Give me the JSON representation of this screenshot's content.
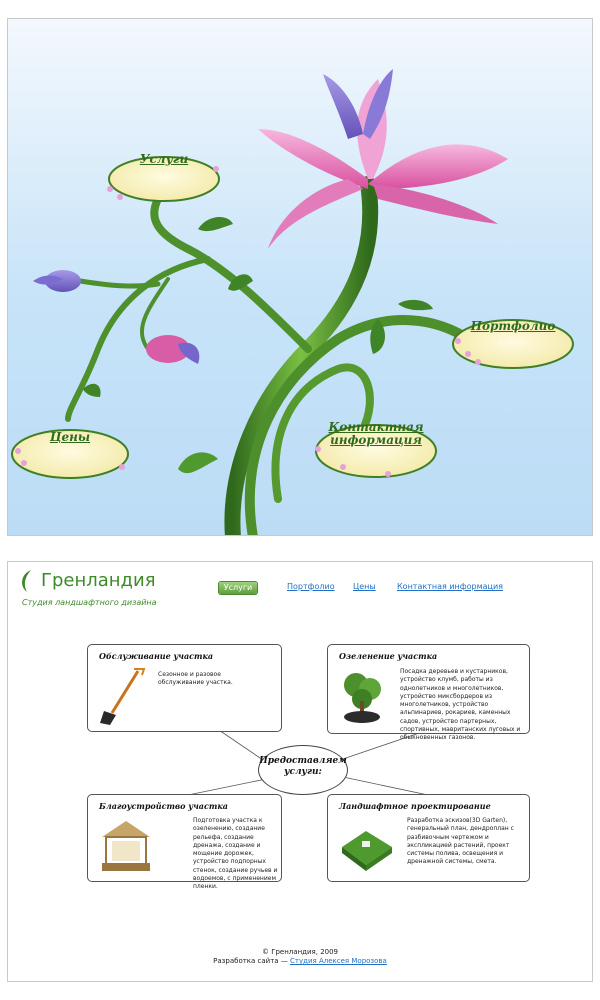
{
  "hero": {
    "menu": [
      {
        "label": "Услуги"
      },
      {
        "label": "Цены"
      },
      {
        "label": "Портфолио"
      },
      {
        "label": "Контактная информация"
      }
    ]
  },
  "site": {
    "logo_name": "Гренландия",
    "logo_tagline": "Студия ландшафтного дизайна"
  },
  "nav": {
    "items": [
      "Услуги",
      "Портфолио",
      "Цены",
      "Контактная информация"
    ],
    "active": "Услуги"
  },
  "services": {
    "center_label": "Предоставляем услуги:",
    "cards": [
      {
        "title": "Обслуживание участка",
        "text": "Сезонное и разовое обслуживание участка.",
        "icon": "shovel-icon"
      },
      {
        "title": "Озеленение участка",
        "text": "Посадка деревьев и кустарников, устройство клумб, работы из однолетников и многолетников, устройство миксбордеров из многолетников, устройство альпинариев, рокариев, каменных садов, устройство партерных, спортивных, мавританских луговых и обыкновенных газонов.",
        "icon": "bonsai-icon"
      },
      {
        "title": "Благоустройство участка",
        "text": "Подготовка участка к озеленению, создание рельефа, создание дренажа, создание и мощение дорожек, устройство подпорных стенок, создание ручьев и водоемов, с применением пленки.",
        "icon": "gazebo-icon"
      },
      {
        "title": "Ландшафтное проектирование",
        "text": "Разработка эскизов(3D Garten), генеральный план, дендроплан с разбивочным чертежом и экспликацией растений, проект системы полива, освещения и дренажной системы, смета.",
        "icon": "garden-model-icon"
      }
    ]
  },
  "footer": {
    "copyright": "© Гренландия, 2009",
    "dev_prefix": "Разработка сайта — ",
    "dev_link": "Студия Алексея Морозова"
  },
  "colors": {
    "brand_green": "#3e8a2a",
    "link_blue": "#2270c8",
    "sky": "#c6e3f8",
    "flower_pink": "#e98ac4"
  }
}
